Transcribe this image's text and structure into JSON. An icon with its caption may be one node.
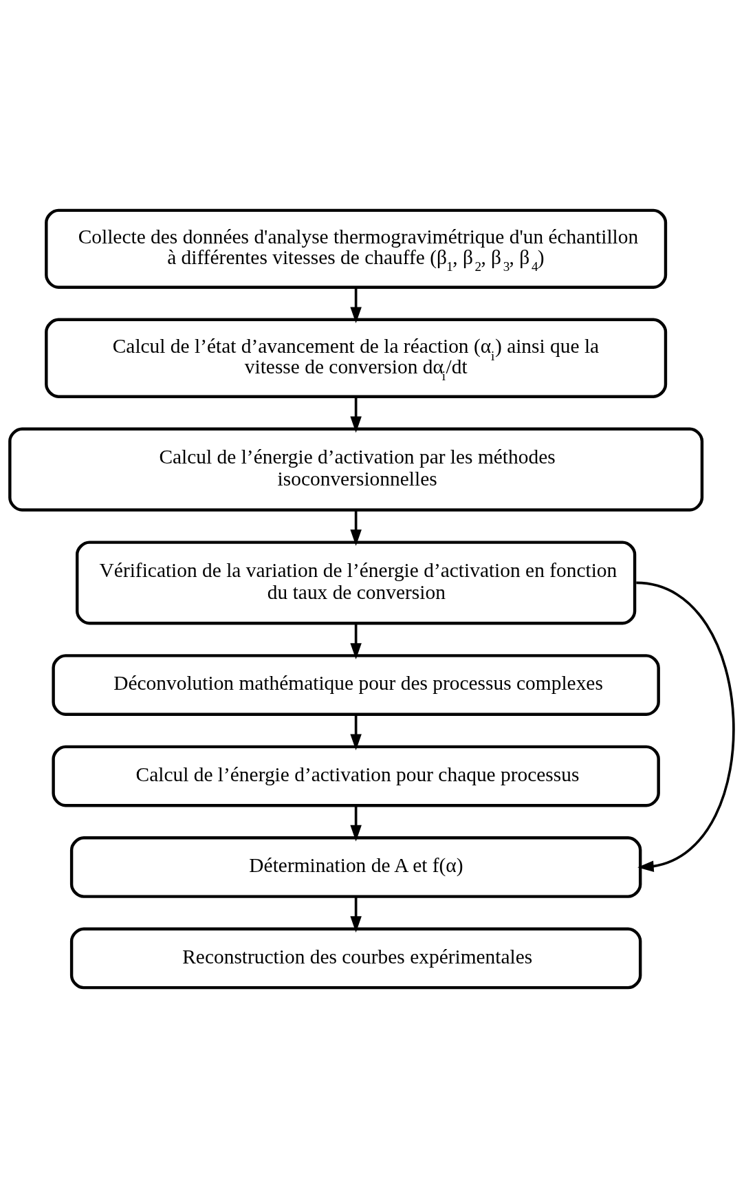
{
  "diagram": {
    "nodes": [
      {
        "text": [
          "Collecte des données d'analyse thermogravimétrique d'un échantillon à différentes vitesses de chauffe (β$_{1}$, β$_{2}$, β$_{3}$, β$_{4}$)"
        ]
      },
      {
        "text": [
          "Calcul de l’état d’avancement de la réaction (α$_{i}$) ainsi que la vitesse de conversion dα$_{i}$/dt"
        ]
      },
      {
        "text": [
          "Calcul de l’énergie d’activation par les méthodes isoconversionnelles"
        ]
      },
      {
        "text": [
          "Vérification de la variation de l’énergie d’activation en fonction du taux de conversion"
        ]
      },
      {
        "text": [
          "Déconvolution mathématique pour des processus complexes"
        ]
      },
      {
        "text": [
          "Calcul de l’énergie d’activation pour chaque processus"
        ]
      },
      {
        "text": [
          "Détermination de A et f(α)"
        ]
      },
      {
        "text": [
          "Reconstruction des courbes expérimentales"
        ]
      }
    ],
    "edges": [
      {
        "from": 0,
        "to": 1,
        "arrow": "to"
      },
      {
        "from": 1,
        "to": 2,
        "arrow": "to"
      },
      {
        "from": 2,
        "to": 3,
        "arrow": "to"
      },
      {
        "from": 3,
        "to": 4,
        "arrow": "to"
      },
      {
        "from": 4,
        "to": 5,
        "arrow": "to"
      },
      {
        "from": 5,
        "to": 6,
        "arrow": "to"
      },
      {
        "from": 6,
        "to": 7,
        "arrow": "to"
      },
      {
        "from": 3,
        "to": 6,
        "arrow": "to"
      }
    ]
  }
}
